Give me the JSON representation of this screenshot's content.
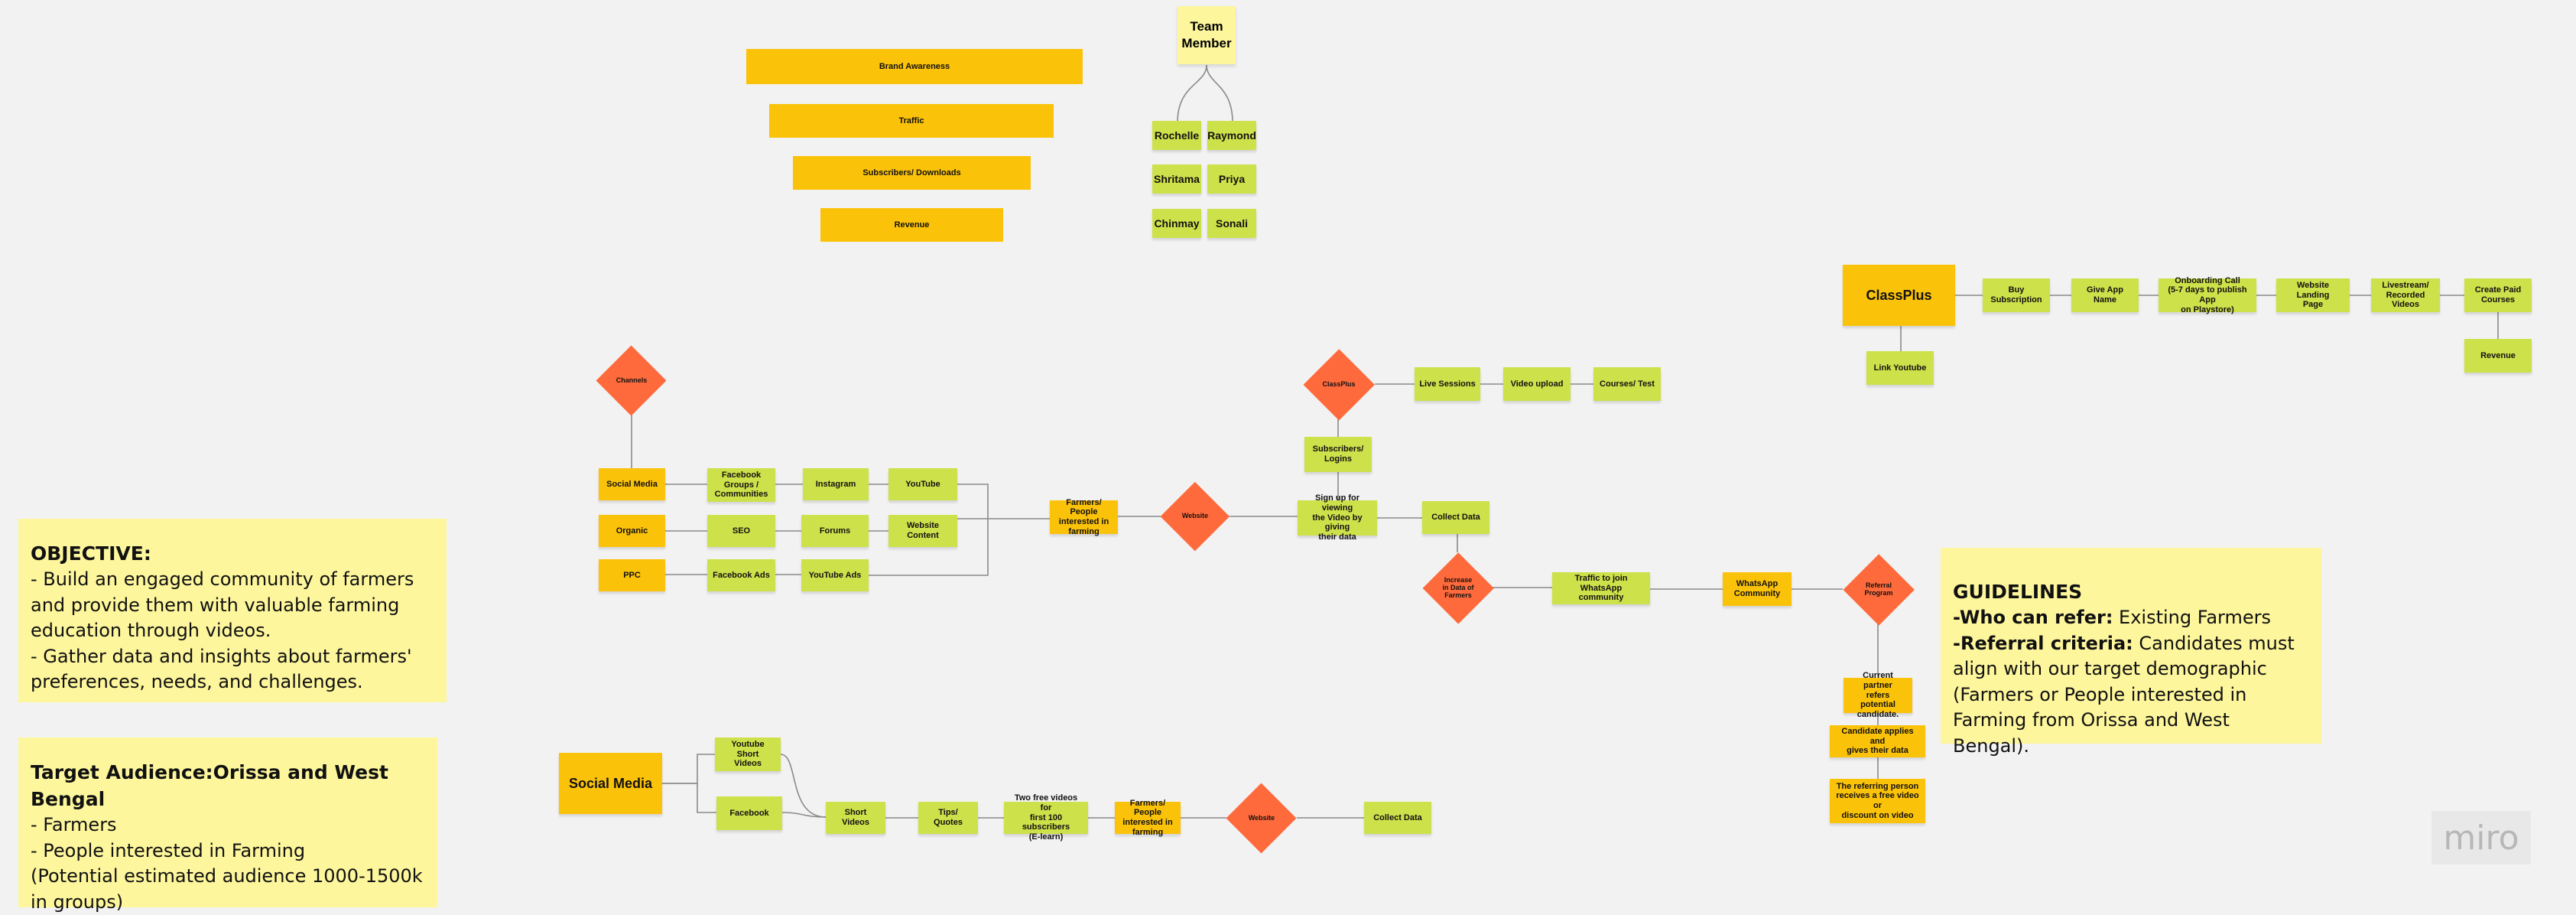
{
  "funnel": {
    "brand": "Brand Awareness",
    "traffic": "Traffic",
    "subs": "Subscribers/ Downloads",
    "revenue": "Revenue"
  },
  "team": {
    "title": "Team\nMember",
    "members": [
      "Rochelle",
      "Raymond",
      "Shritama",
      "Priya",
      "Chinmay",
      "Sonali"
    ]
  },
  "channels": {
    "diamond": "Channels",
    "social_media": "Social Media",
    "organic": "Organic",
    "ppc": "PPC",
    "fb_groups": "Facebook\nGroups /\nCommunities",
    "instagram": "Instagram",
    "youtube": "YouTube",
    "seo": "SEO",
    "forums": "Forums",
    "website_content": "Website Content",
    "fb_ads": "Facebook Ads",
    "yt_ads": "YouTube Ads",
    "farmers": "Farmers/ People\ninterested in\nfarming",
    "website": "Website"
  },
  "classplus_flow": {
    "signup": "Sign up for viewing\nthe Video by giving\ntheir data",
    "subscribers": "Subscribers/\nLogins",
    "classplus": "ClassPlus",
    "live": "Live Sessions",
    "video_upload": "Video upload",
    "courses": "Courses/ Test",
    "collect_data": "Collect Data",
    "increase": "Increase\nin Data of\nFarmers",
    "traffic_wa": "Traffic to join WhatsApp\ncommunity",
    "wa_community": "WhatsApp\nCommunity",
    "referral": "Referral\nProgram",
    "partner_refers": "Current partner\nrefers potential\ncandidate.",
    "candidate_applies": "Candidate applies and\ngives their data",
    "referring_receives": "The referring person\nreceives a free video or\ndiscount on video"
  },
  "classplus_top": {
    "title": "ClassPlus",
    "buy": "Buy\nSubscription",
    "app_name": "Give App Name",
    "onboarding": "Onboarding Call\n(5-7 days to publish App\non Playstore)",
    "landing": "Website Landing\nPage",
    "livestream": "Livestream/\nRecorded\nVideos",
    "paid_courses": "Create Paid\nCourses",
    "revenue": "Revenue",
    "link_youtube": "Link Youtube"
  },
  "social_flow": {
    "title": "Social Media",
    "yt_shorts": "Youtube Short\nVideos",
    "facebook": "Facebook",
    "short_videos": "Short Videos",
    "tips": "Tips/ Quotes",
    "free_videos": "Two free videos for\nfirst 100 subscribers\n(E-learn)",
    "farmers": "Farmers/ People\ninterested in\nfarming",
    "website": "Website",
    "collect": "Collect Data"
  },
  "objective": {
    "heading": "OBJECTIVE:",
    "line1": "- Build an engaged community of farmers and provide them with valuable farming education through videos.",
    "line2": "- Gather data and insights about farmers' preferences, needs, and challenges."
  },
  "target": {
    "heading": "Target Audience:Orissa and West Bengal",
    "line1": "- Farmers",
    "line2": "- People interested in Farming",
    "line3": "(Potential estimated audience 1000-1500k in groups)"
  },
  "guidelines": {
    "heading": "GUIDELINES",
    "who_label": "-Who can refer:",
    "who_text": " Existing Farmers",
    "criteria_label": "-Referral criteria:",
    "criteria_text": " Candidates must align with our target demographic (Farmers or People interested in Farming from Orissa and West Bengal)."
  },
  "brand": {
    "logo": "miro"
  }
}
